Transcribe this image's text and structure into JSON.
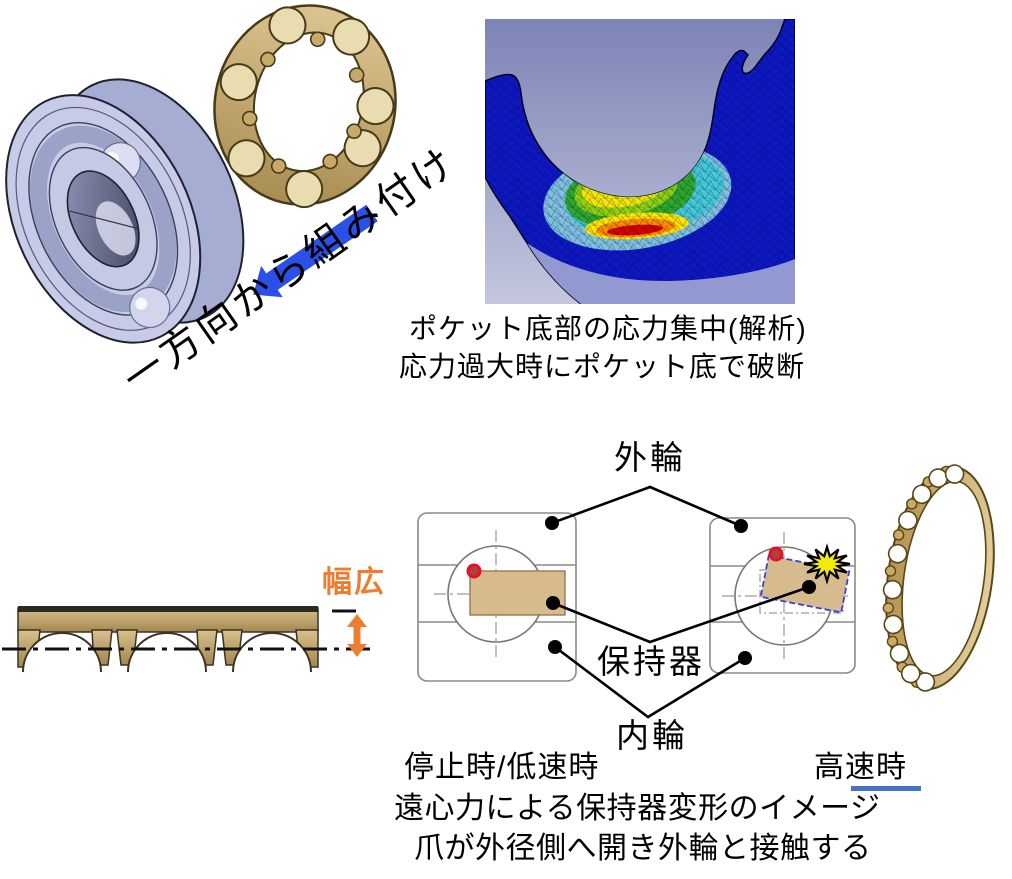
{
  "assembly": {
    "arrow_label": "一方向から組み付け"
  },
  "fea": {
    "caption_line1": "ポケット底部の応力集中(解析)",
    "caption_line2": "応力過大時にポケット底で破断"
  },
  "profile": {
    "width_label": "幅広"
  },
  "schematic": {
    "outer_ring_label": "外輪",
    "cage_label": "保持器",
    "inner_ring_label": "内輪",
    "left_state_label": "停止時/低速時",
    "right_state_label": "高速時"
  },
  "footer": {
    "line1": "遠心力による保持器変形のイメージ",
    "line2": "爪が外径側へ開き外輪と接触する"
  },
  "colors": {
    "accent_blue_arrow": "#2a50e8",
    "accent_orange": "#ED7D31",
    "underline_blue": "#4472C4",
    "contact_burst_yellow": "#f4ea0a",
    "marker_red": "#e81123",
    "cage_tan": "#d7ba8d",
    "fea_material_blue": "#0d17c4"
  }
}
